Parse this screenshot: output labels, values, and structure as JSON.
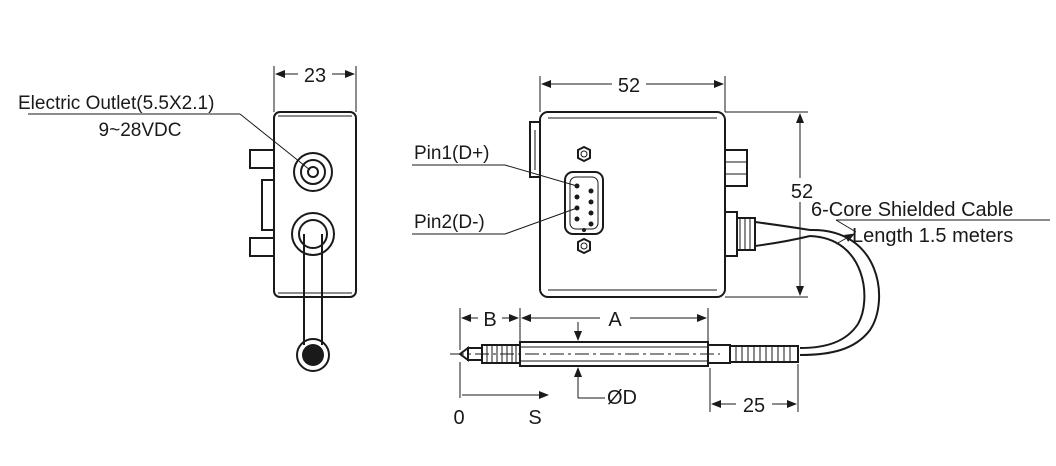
{
  "dimensions": {
    "side_width": "23",
    "front_width": "52",
    "front_height": "52",
    "probe_a": "A",
    "probe_b": "B",
    "probe_diameter": "ØD",
    "tail_length": "25",
    "origin": "0",
    "stroke": "S"
  },
  "labels": {
    "outlet_title": "Electric Outlet(5.5X2.1)",
    "outlet_voltage": "9~28VDC",
    "pin1": "Pin1(D+)",
    "pin2": "Pin2(D-)",
    "cable_title": "6-Core Shielded Cable",
    "cable_length": "Length 1.5 meters"
  }
}
